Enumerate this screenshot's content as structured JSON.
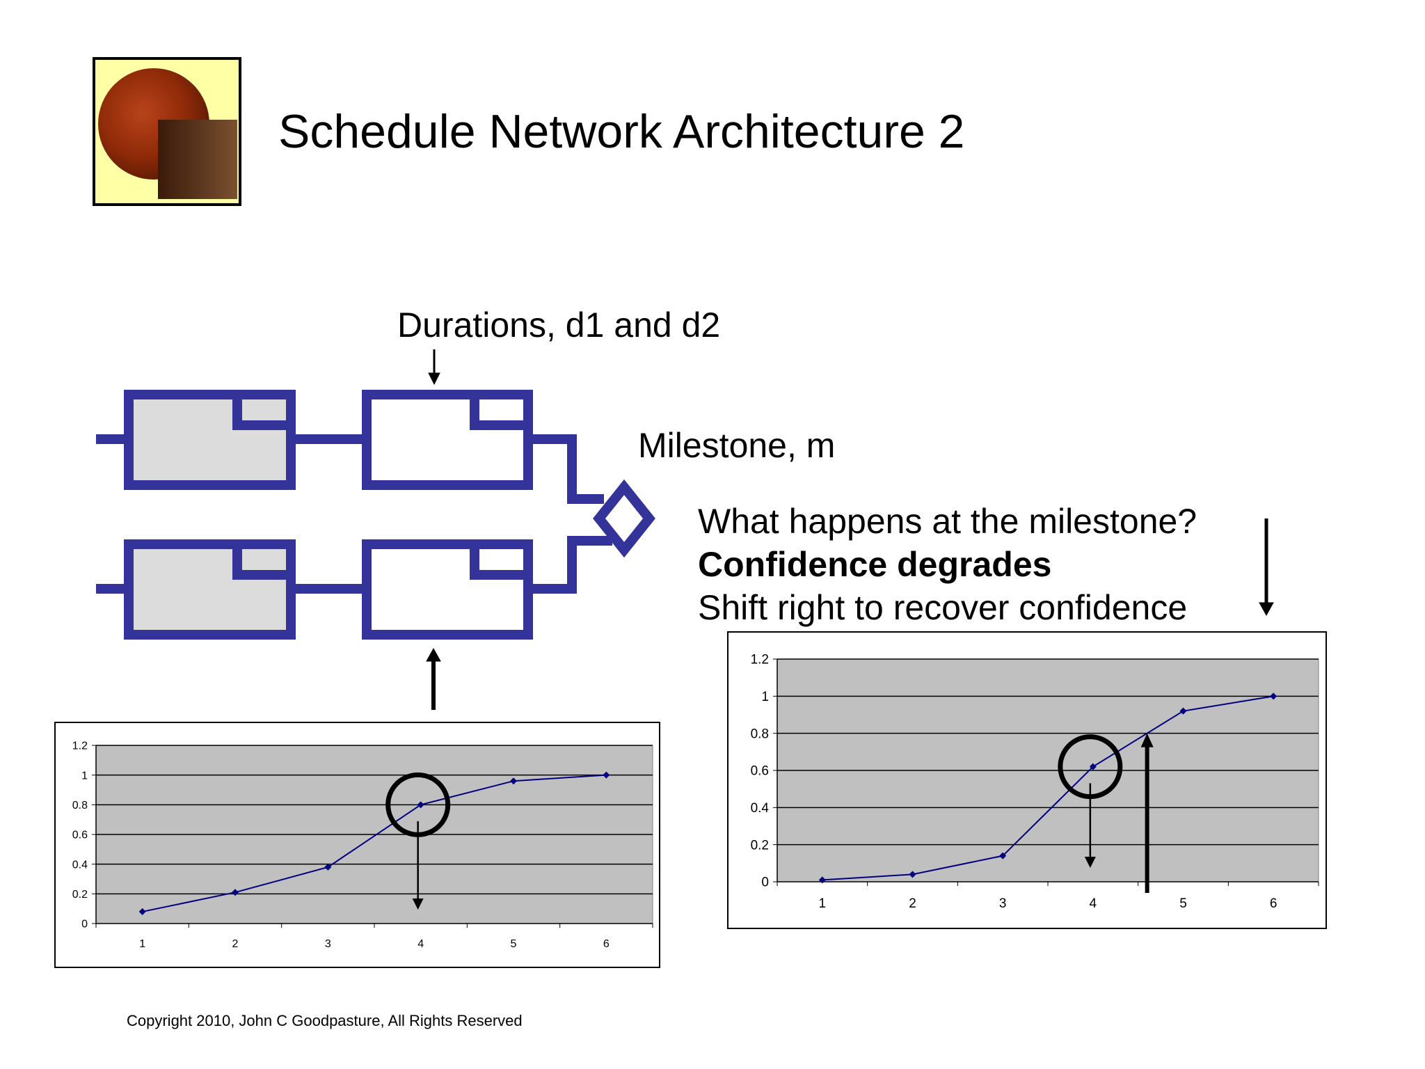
{
  "slide": {
    "title": "Schedule Network Architecture 2",
    "copyright": "Copyright 2010, John C Goodpasture, All Rights Reserved"
  },
  "diagram": {
    "durations_label": "Durations, d1 and d2",
    "milestone_label": "Milestone, m",
    "question_lines": [
      "What happens at the milestone?",
      "Confidence degrades",
      "Shift right to recover confidence"
    ],
    "colors": {
      "network_line": "#333399",
      "task_fill_gray": "#dcdcdc",
      "plot_area": "#c0c0c0",
      "series": "#000080"
    },
    "logo": "mars-planet-square-logo"
  },
  "chart_data": [
    {
      "type": "line",
      "categories": [
        "1",
        "2",
        "3",
        "4",
        "5",
        "6"
      ],
      "values": [
        0.08,
        0.21,
        0.38,
        0.8,
        0.96,
        1.0
      ],
      "yticks": [
        "0",
        "0.2",
        "0.4",
        "0.6",
        "0.8",
        "1",
        "1.2"
      ],
      "ylim": [
        0,
        1.2
      ],
      "grid": true,
      "highlight_category": "4"
    },
    {
      "type": "line",
      "categories": [
        "1",
        "2",
        "3",
        "4",
        "5",
        "6"
      ],
      "values": [
        0.01,
        0.04,
        0.14,
        0.62,
        0.92,
        1.0
      ],
      "yticks": [
        "0",
        "0.2",
        "0.4",
        "0.6",
        "0.8",
        "1",
        "1.2"
      ],
      "ylim": [
        0,
        1.2
      ],
      "grid": true,
      "highlight_category": "4",
      "shift_marker_x": 4.6
    }
  ]
}
